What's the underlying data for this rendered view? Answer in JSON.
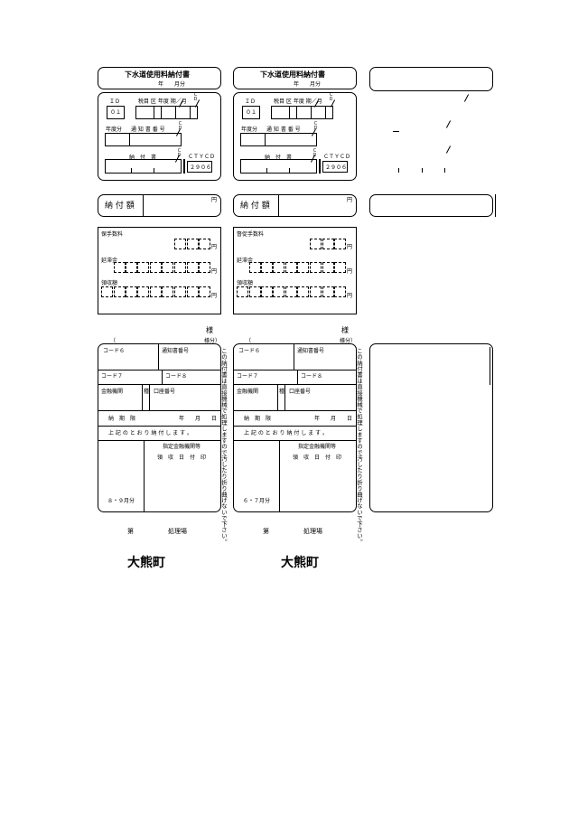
{
  "slip_left": {
    "title": "下水道使用料納付書",
    "year_month": "年　　月分",
    "id_label": "ＩＤ",
    "id_value": "０１",
    "col_headers": "税目 区 年度 期／月",
    "cd": "Ｃ\nＤ",
    "year_div": "年度分",
    "notice_no": "通 知 書 番 号",
    "nofu_sho": "納　付　書",
    "ctycd_label": "ＣＴＹＣＤ",
    "ctycd_value": "２９０６",
    "amount_label": "納 付 額",
    "yen": "円",
    "fee_label": "保手数料",
    "delay_label": "延滞金",
    "receipt_label": "領収額",
    "sama": "様",
    "paren_open": "（",
    "paren_close": "様分）",
    "code6": "コード６",
    "notice_no2": "通知書番号",
    "code7": "コード７",
    "code8": "コード８",
    "bank": "金融機関",
    "kind": "種",
    "account": "口座番号",
    "due": "納　期　限",
    "nen": "年",
    "tsuki": "月",
    "hi": "日",
    "paid": "上 記 の と お り 納 付 し ま す 。",
    "designated": "指定金融機関等",
    "receipt_date": "領　収　日　付　印",
    "months": "８・９月分",
    "vertical_note": "この納付書は直接機械で処理しますので汚したり折り曲げないで下さい。",
    "dai": "第",
    "shorijo": "処理場",
    "town": "大熊町"
  },
  "slip_right": {
    "title": "下水道使用料納付書",
    "year_month": "年　　月分",
    "id_label": "ＩＤ",
    "id_value": "０１",
    "col_headers": "税目 区 年度 期／月",
    "cd": "Ｃ\nＤ",
    "year_div": "年度分",
    "notice_no": "通 知 書 番 号",
    "nofu_sho": "納　付　書",
    "ctycd_label": "ＣＴＹＣＤ",
    "ctycd_value": "２９０６",
    "amount_label": "納 付 額",
    "yen": "円",
    "fee_label": "督促手数料",
    "delay_label": "延滞金",
    "receipt_label": "領収額",
    "sama": "様",
    "paren_open": "（",
    "paren_close": "様分）",
    "code6": "コード６",
    "notice_no2": "通知書番号",
    "code7": "コード７",
    "code8": "コード８",
    "bank": "金融機関",
    "kind": "種",
    "account": "口座番号",
    "due": "納　期　限",
    "nen": "年",
    "tsuki": "月",
    "hi": "日",
    "paid": "上 記 の と お り 納 付 し ま す 。",
    "designated": "指定金融機関等",
    "receipt_date": "領　収　日　付　印",
    "months": "６・７月分",
    "vertical_note": "この納付書は直接機械で処理しますので汚したり折り曲げないで下さい。",
    "dai": "第",
    "shorijo": "処理場",
    "town": "大熊町"
  }
}
